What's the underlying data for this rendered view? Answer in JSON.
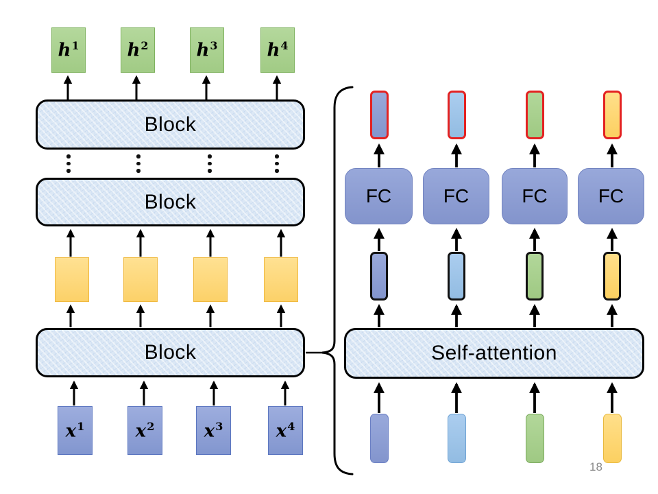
{
  "slide": {
    "page_number": "18"
  },
  "palette": {
    "block_fill": "#dce8f5",
    "block_border": "#000000",
    "green_fill": "#a9d18e",
    "green_border": "#7fb25f",
    "input_blue_fill": "#8fa0d6",
    "input_blue_border": "#5b76c0",
    "yellow_fill": "#ffd97d",
    "yellow_border": "#f0b93f",
    "periwinkle_fill": "#8e9fd5",
    "light_blue_fill": "#9dc3e6",
    "red_outline": "#e32222",
    "arrow_color": "#000000",
    "page_number_color": "#8a8a8a"
  },
  "left": {
    "outputs": [
      {
        "base": "h",
        "sup": "1"
      },
      {
        "base": "h",
        "sup": "2"
      },
      {
        "base": "h",
        "sup": "3"
      },
      {
        "base": "h",
        "sup": "4"
      }
    ],
    "top_block_label": "Block",
    "middle_block_label": "Block",
    "bottom_block_label": "Block",
    "inputs": [
      {
        "base": "x",
        "sup": "1"
      },
      {
        "base": "x",
        "sup": "2"
      },
      {
        "base": "x",
        "sup": "3"
      },
      {
        "base": "x",
        "sup": "4"
      }
    ]
  },
  "right": {
    "self_attention_label": "Self-attention",
    "fc_labels": [
      "FC",
      "FC",
      "FC",
      "FC"
    ]
  }
}
